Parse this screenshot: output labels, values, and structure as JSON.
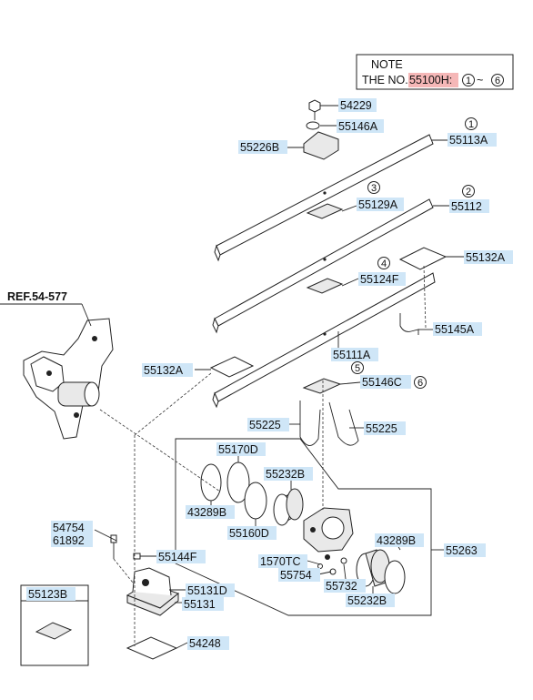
{
  "note": {
    "title": "NOTE",
    "prefix": "THE NO.",
    "part": "55100H:",
    "range_start": "1",
    "tilde": "~",
    "range_end": "6"
  },
  "ref": "REF.54-577",
  "labels": {
    "p54229": "54229",
    "p55146A": "55146A",
    "p55226B": "55226B",
    "p55113A": "55113A",
    "p55129A": "55129A",
    "p55112": "55112",
    "p55132A_r": "55132A",
    "p55124F": "55124F",
    "p55145A": "55145A",
    "p55111A": "55111A",
    "p55132A_l": "55132A",
    "p55146C": "55146C",
    "p55225_l": "55225",
    "p55225_r": "55225",
    "p55170D": "55170D",
    "p55232B_t": "55232B",
    "p43289B_l": "43289B",
    "p55160D": "55160D",
    "p54754": "54754",
    "p61892": "61892",
    "p55144F": "55144F",
    "p1570TC": "1570TC",
    "p55754": "55754",
    "p43289B_r": "43289B",
    "p55263": "55263",
    "p55732": "55732",
    "p55232B_b": "55232B",
    "p55123B": "55123B",
    "p55131D": "55131D",
    "p55131": "55131",
    "p54248": "54248"
  },
  "circled": {
    "c1": "1",
    "c2": "2",
    "c3": "3",
    "c4": "4",
    "c5": "5",
    "c6": "6"
  },
  "colors": {
    "label_bg": "#cfe6f7",
    "note_highlight": "#f5b7b7",
    "line": "#222222"
  }
}
